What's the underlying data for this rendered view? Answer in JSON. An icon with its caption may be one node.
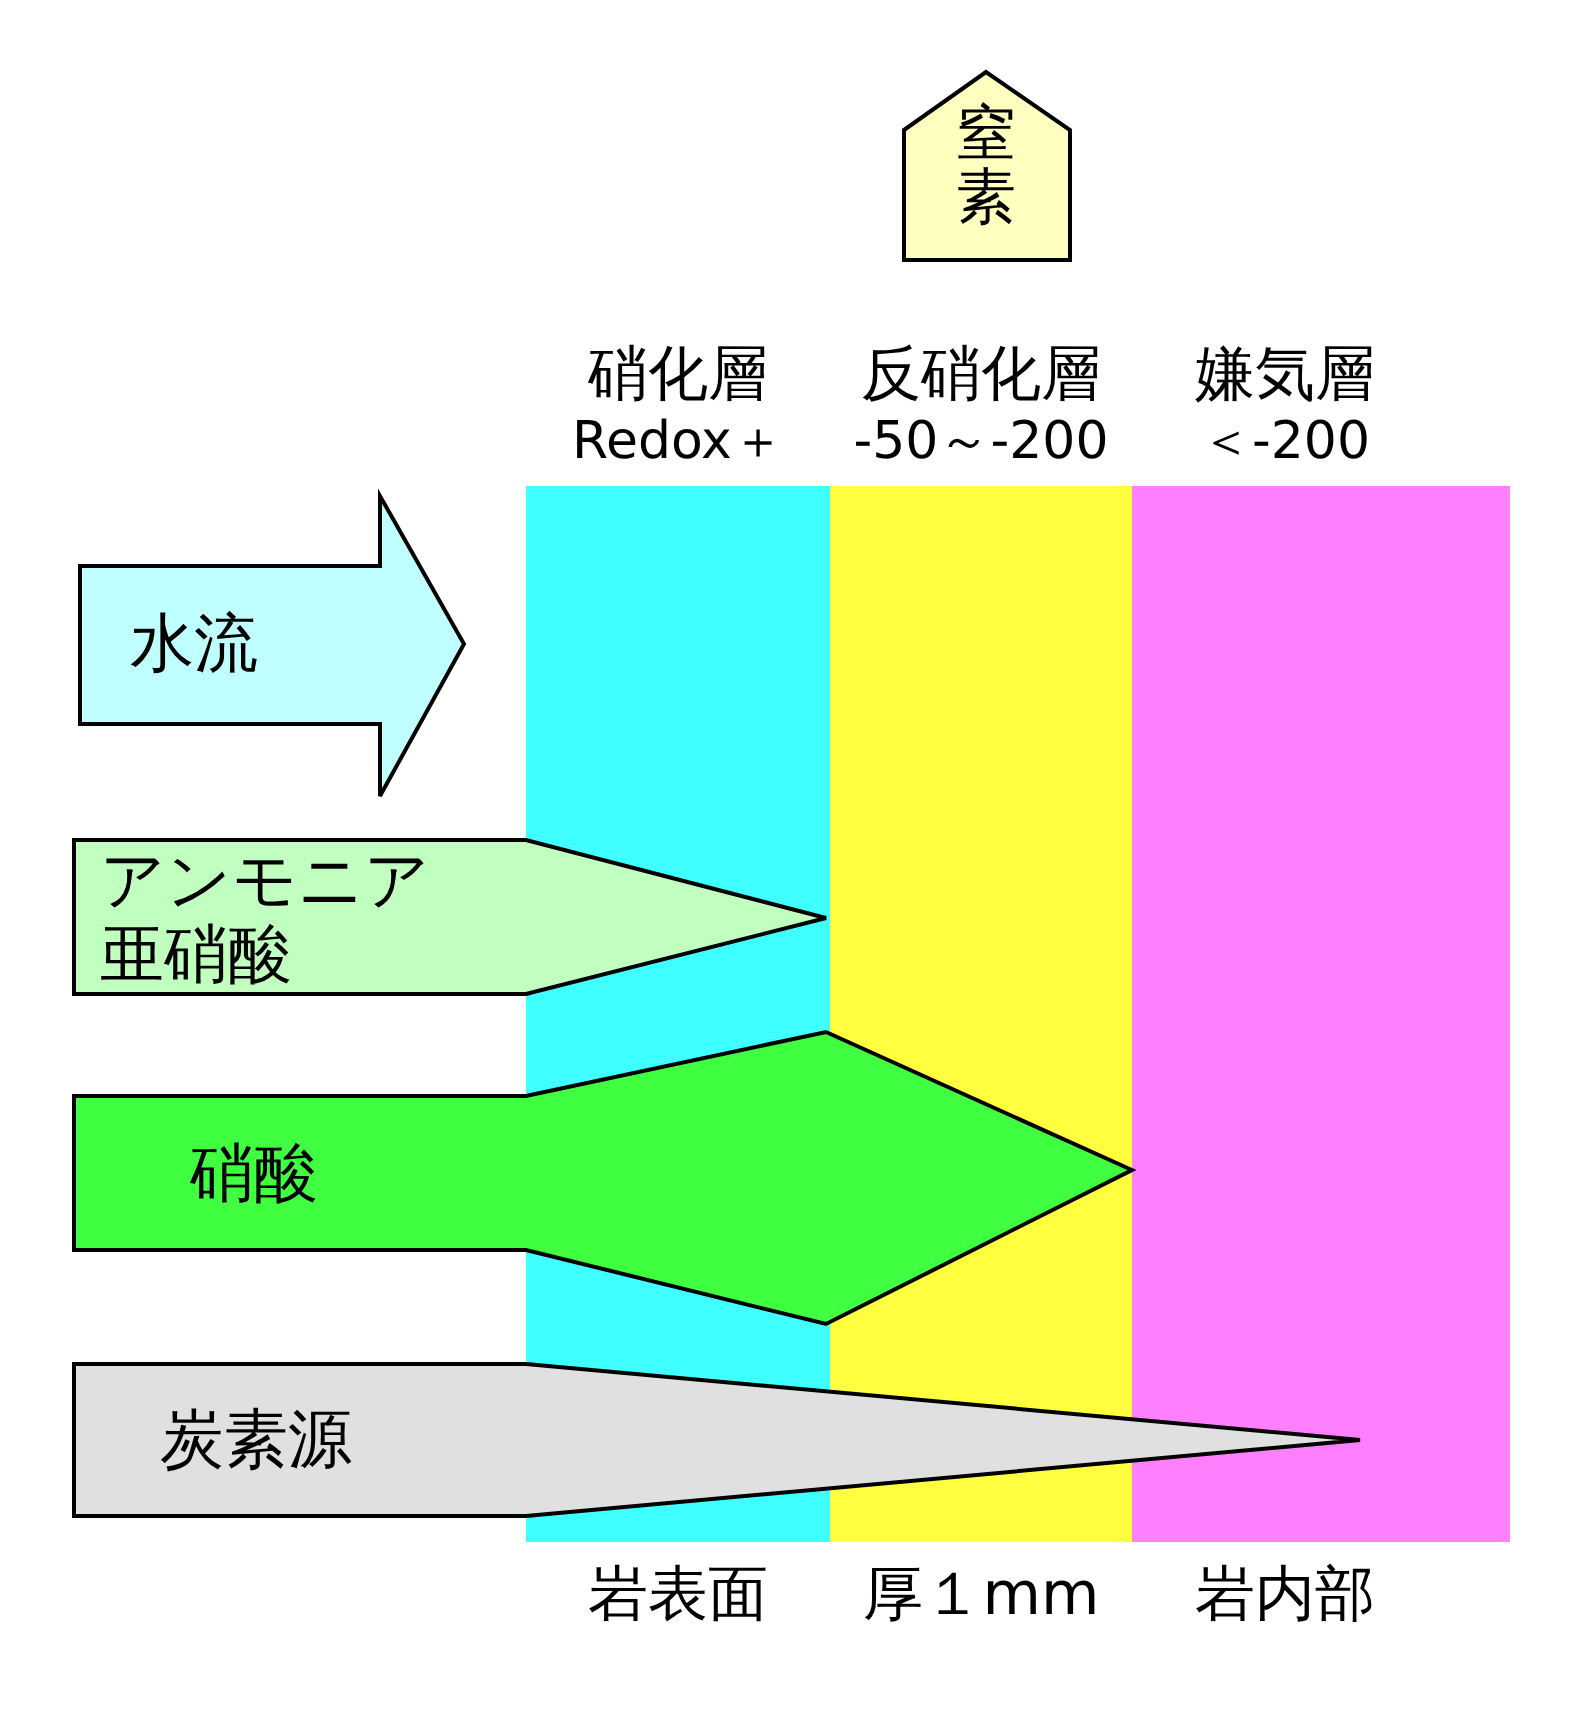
{
  "diagram": {
    "nodes": [
      {
        "text": [
          "窒素"
        ]
      },
      {
        "text": [
          "硝化層",
          "Redox＋"
        ],
        "beside": [
          "岩表面"
        ]
      },
      {
        "text": [
          "反硝化層",
          "-50～-200"
        ],
        "beside": [
          "厚１mm"
        ]
      },
      {
        "text": [
          "嫌気層",
          "＜-200"
        ],
        "beside": [
          "岩内部"
        ]
      },
      {
        "text": [
          "水流"
        ]
      },
      {
        "text": [
          "アンモニア亜硝酸"
        ]
      },
      {
        "text": [
          "硝酸"
        ]
      },
      {
        "text": [
          "炭素源"
        ]
      }
    ]
  }
}
